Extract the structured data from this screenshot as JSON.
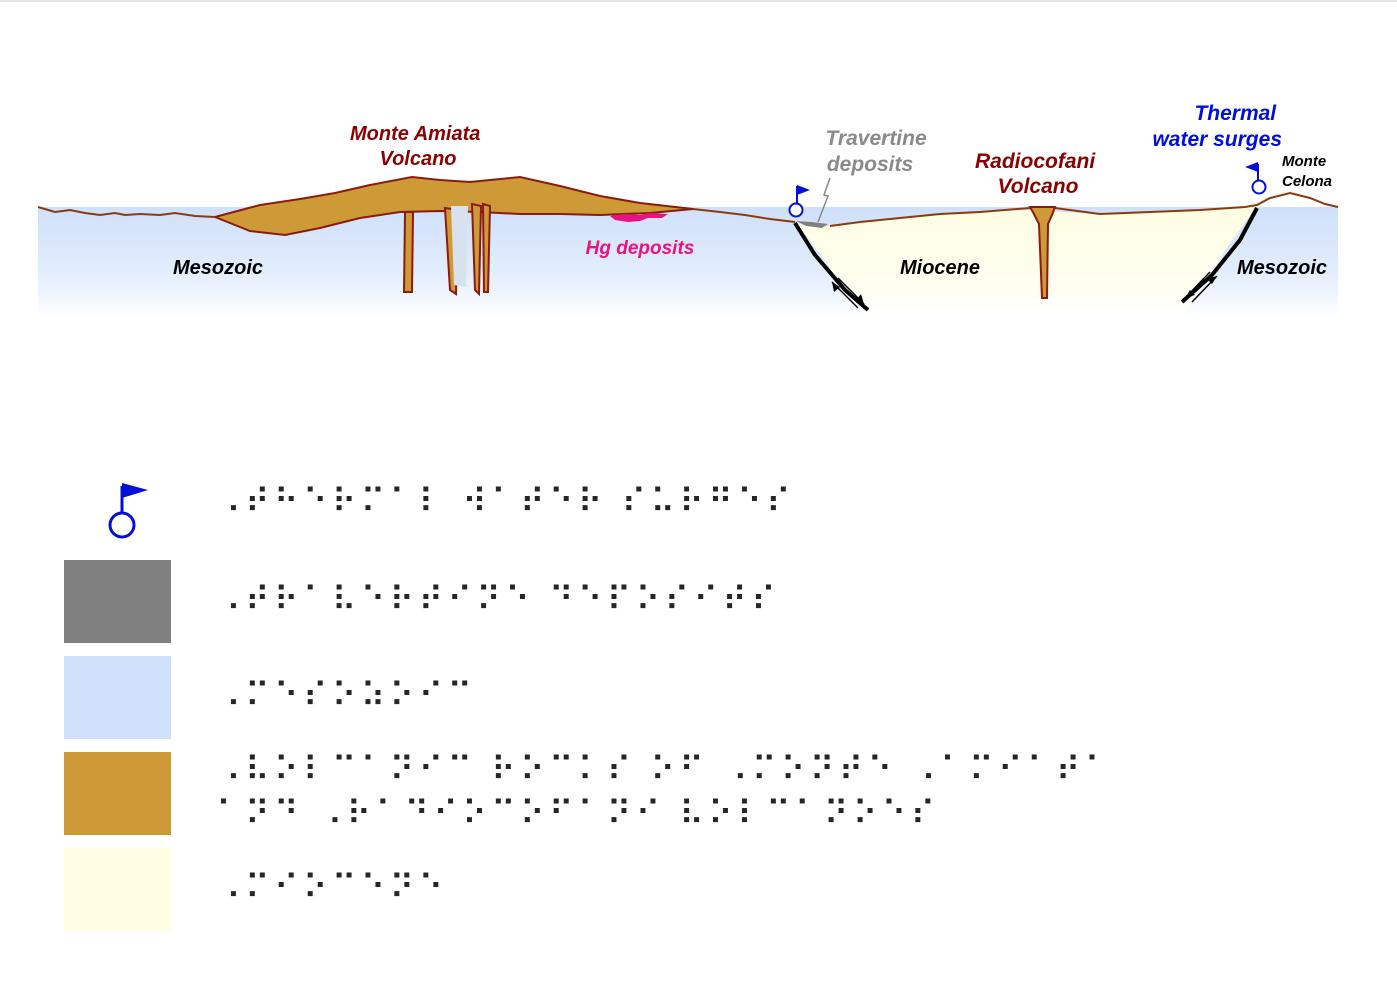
{
  "section": {
    "labels": {
      "monte_amiata": [
        "Monte Amiata",
        "Volcano"
      ],
      "hg_deposits": "Hg deposits",
      "mesozoic_left": "Mesozoic",
      "travertine": [
        "Travertine",
        "deposits"
      ],
      "radiocofani": [
        "Radiocofani",
        "Volcano"
      ],
      "miocene": "Miocene",
      "thermal": [
        "Thermal",
        "water surges"
      ],
      "monte_celona": [
        "Monte",
        "Celona"
      ],
      "mesozoic_right": "Mesozoic"
    },
    "colors": {
      "mesozoic": "#cfe0fa",
      "volcanic": "#cd9a37",
      "miocene": "#fffde2",
      "travertine": "#808080",
      "surface_line": "#8b3a10",
      "volcano_label": "#8b0000",
      "hg_label": "#e8137e",
      "travertine_label": "#8a8a8a",
      "thermal_label": "#0010d8",
      "fault": "#000000"
    }
  },
  "legend": [
    {
      "symbol": "thermal-spring-icon",
      "braille": "⠠⠞⠓⠑⠗⠍⠁⠇ ⠺⠁⠞⠑⠗ ⠎⠥⠗⠛⠑⠎",
      "color": "#0010d8"
    },
    {
      "symbol": "travertine-swatch",
      "braille": "⠠⠞⠗⠁⠧⠑⠗⠞⠊⠝⠑ ⠙⠑⠏⠕⠎⠊⠞⠎",
      "color": "#808080"
    },
    {
      "symbol": "mesozoic-swatch",
      "braille": "⠠⠍⠑⠎⠕⠵⠕⠊⠉",
      "color": "#cfe0fa"
    },
    {
      "symbol": "volcanic-swatch",
      "braille": [
        "⠠⠧⠕⠇⠉⠁⠝⠊⠉ ⠗⠕⠉⠅⠎ ⠕⠋ ⠠⠍⠕⠝⠞⠑ ⠠⠁⠍⠊⠁⠞⠁",
        "⠁⠝⠙ ⠠⠗⠁⠙⠊⠕⠉⠕⠋⠁⠝⠊ ⠧⠕⠇⠉⠁⠝⠕⠑⠎"
      ],
      "color": "#cd9a37"
    },
    {
      "symbol": "miocene-swatch",
      "braille": "⠠⠍⠊⠕⠉⠑⠝⠑",
      "color": "#fffde2"
    }
  ]
}
